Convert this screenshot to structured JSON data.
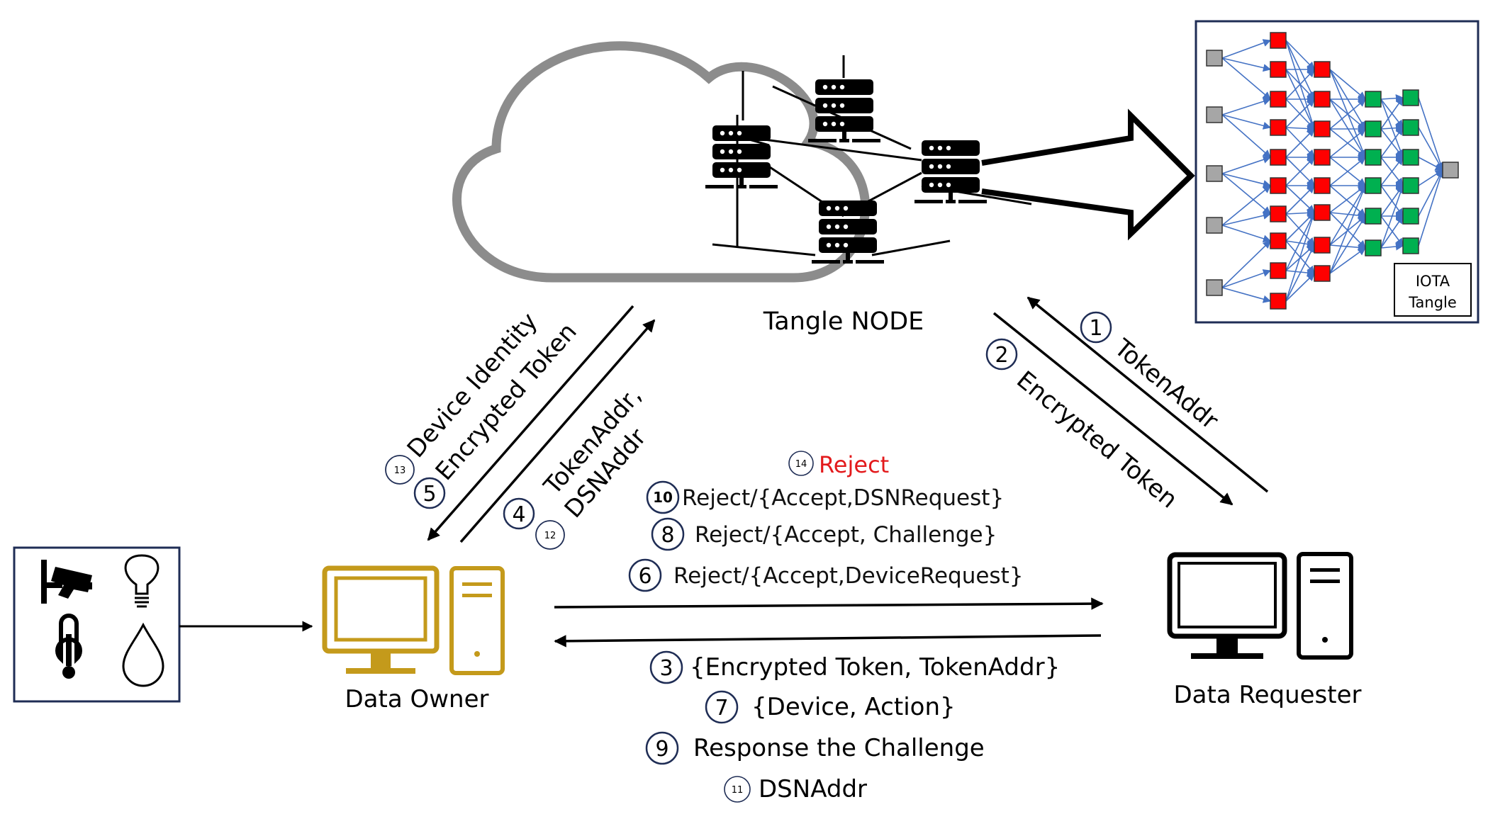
{
  "cloud": {
    "label": "Tangle NODE"
  },
  "tangle_box": {
    "label_line1": "IOTA",
    "label_line2": "Tangle"
  },
  "owner": {
    "label": "Data Owner"
  },
  "requester": {
    "label": "Data Requester"
  },
  "left_link": {
    "down_line1": "Device Identity",
    "down_line2": "Encrypted Token",
    "up_line1": "TokenAddr,",
    "up_line2": "DSNAddr",
    "badge_13": "13",
    "badge_5": "5",
    "badge_4": "4",
    "badge_12": "12"
  },
  "right_link": {
    "up_label": "TokenAddr",
    "down_label": "Encrypted Token",
    "badge_1": "1",
    "badge_2": "2"
  },
  "top_messages": [
    {
      "num": "14",
      "text": "Reject",
      "color": "#e31a1c"
    },
    {
      "num": "10",
      "text": "Reject/{Accept,DSNRequest}",
      "color": "#111111"
    },
    {
      "num": "8",
      "text": "Reject/{Accept, Challenge}",
      "color": "#111111"
    },
    {
      "num": "6",
      "text": "Reject/{Accept,DeviceRequest}",
      "color": "#111111"
    }
  ],
  "bottom_messages": [
    {
      "num": "3",
      "text": "{Encrypted Token, TokenAddr}"
    },
    {
      "num": "7",
      "text": "{Device, Action}"
    },
    {
      "num": "9",
      "text": "Response the Challenge"
    },
    {
      "num": "11",
      "text": "DSNAddr"
    }
  ],
  "colors": {
    "owner_gold": "#c49a1b",
    "badge_navy": "#1f2d55",
    "device_box_border": "#1f2d55",
    "tangle_red": "#ff0000",
    "tangle_green": "#00b050",
    "tangle_grey": "#a6a6a6",
    "tangle_edge_blue": "#4472c4",
    "reject_red": "#e31a1c"
  },
  "icons": [
    "security-camera-icon",
    "light-bulb-icon",
    "thermometer-icon",
    "water-drop-icon",
    "server-icon",
    "monitor-icon",
    "tower-pc-icon"
  ]
}
